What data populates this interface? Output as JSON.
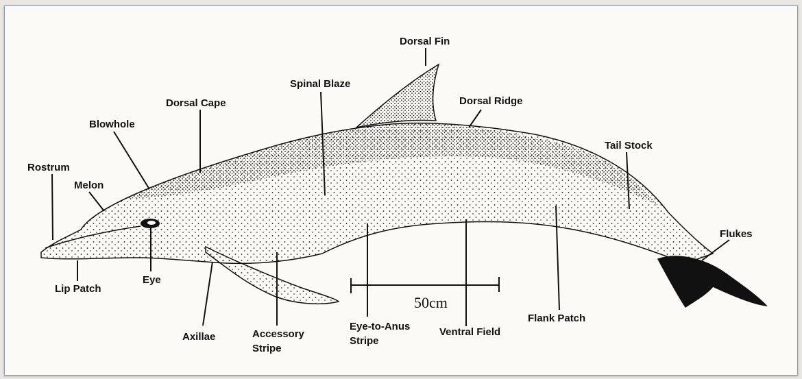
{
  "labels": {
    "dorsal_fin": "Dorsal Fin",
    "spinal_blaze": "Spinal Blaze",
    "dorsal_cape": "Dorsal Cape",
    "dorsal_ridge": "Dorsal Ridge",
    "blowhole": "Blowhole",
    "tail_stock": "Tail Stock",
    "rostrum": "Rostrum",
    "melon": "Melon",
    "flukes": "Flukes",
    "lip_patch": "Lip Patch",
    "eye": "Eye",
    "axillae": "Axillae",
    "accessory_stripe_1": "Accessory",
    "accessory_stripe_2": "Stripe",
    "eye_to_anus_1": "Eye-to-Anus",
    "eye_to_anus_2": "Stripe",
    "ventral_field": "Ventral Field",
    "flank_patch": "Flank Patch"
  },
  "scale_bar": {
    "label": "50cm"
  },
  "colors": {
    "ink": "#111111",
    "paper": "#fbfaf7",
    "frame_border": "#8a96a8"
  }
}
